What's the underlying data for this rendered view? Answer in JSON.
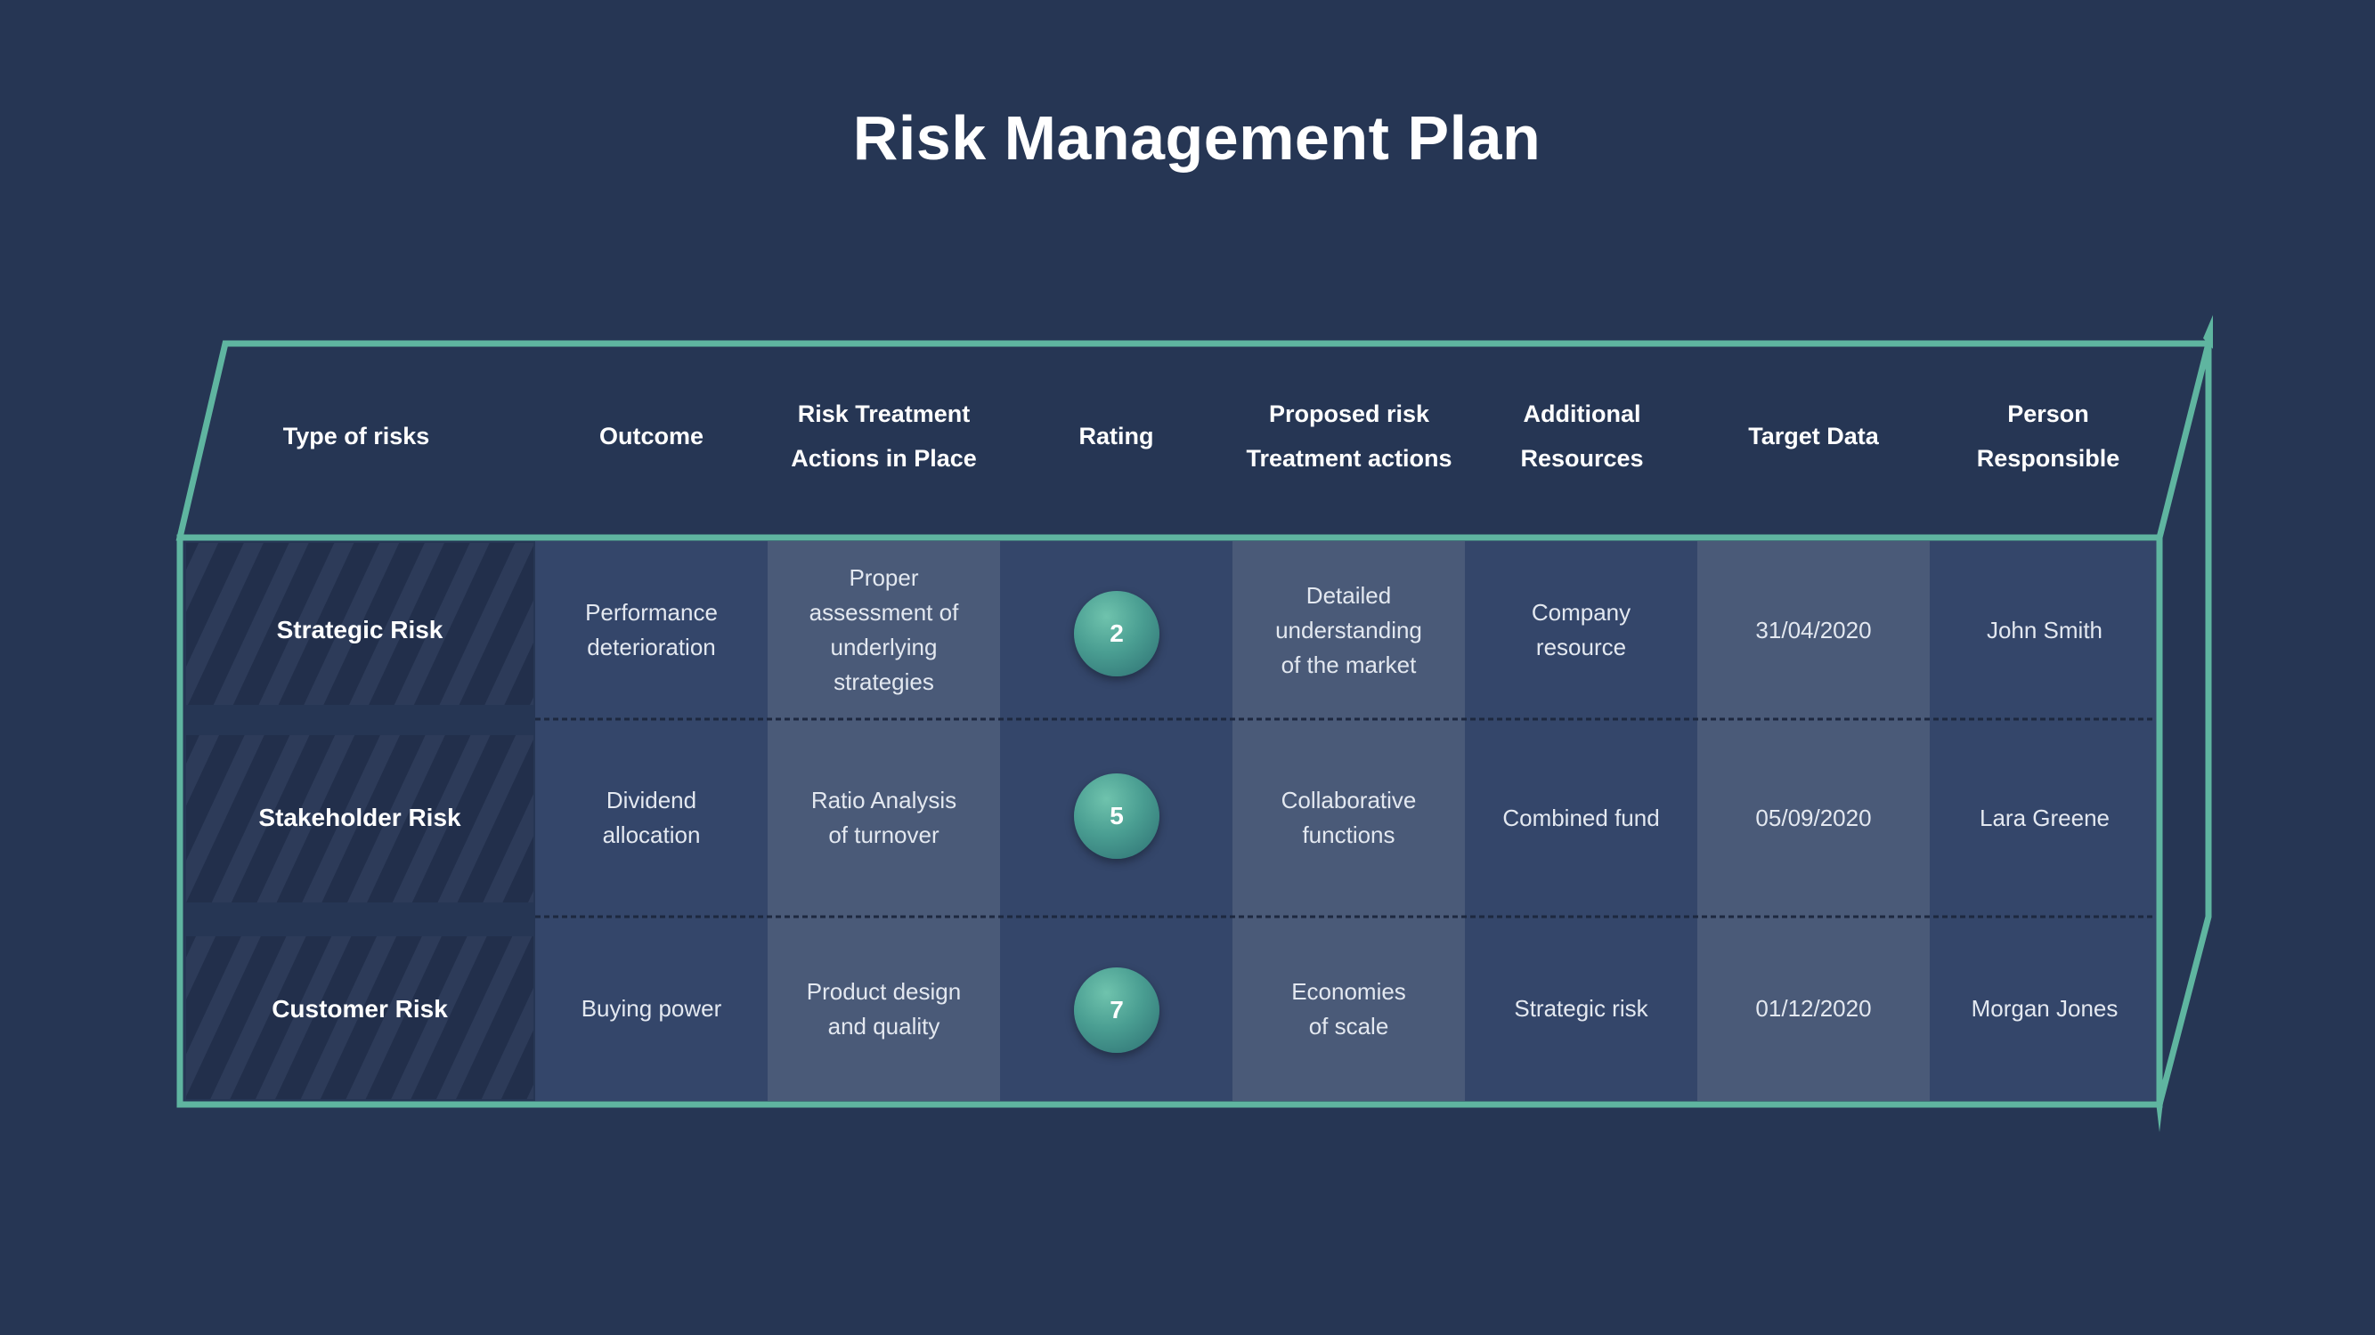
{
  "title": "Risk Management Plan",
  "headers": {
    "type": "Type of risks",
    "outcome": "Outcome",
    "actions_in_place": "Risk Treatment Actions in Place",
    "rating": "Rating",
    "proposed": "Proposed risk Treatment actions",
    "resources": "Additional Resources",
    "target": "Target Data",
    "person": "Person Responsible"
  },
  "rows": [
    {
      "type": "Strategic Risk",
      "outcome": "Performance deterioration",
      "actions_in_place": "Proper assessment of underlying strategies",
      "rating": "2",
      "proposed": "Detailed understanding of the market",
      "resources": "Company resource",
      "target": "31/04/2020",
      "person": "John Smith"
    },
    {
      "type": "Stakeholder Risk",
      "outcome": "Dividend allocation",
      "actions_in_place": "Ratio Analysis of turnover",
      "rating": "5",
      "proposed": "Collaborative functions",
      "resources": "Combined fund",
      "target": "05/09/2020",
      "person": "Lara Greene"
    },
    {
      "type": "Customer Risk",
      "outcome": "Buying power",
      "actions_in_place": "Product design and quality",
      "rating": "7",
      "proposed": "Economies of scale",
      "resources": "Strategic risk",
      "target": "01/12/2020",
      "person": "Morgan Jones"
    }
  ],
  "colors": {
    "background": "#263654",
    "frame": "#5fb5a0",
    "col_dark": "#34466a",
    "col_light": "#4a5a78",
    "badge": "#4a9e92"
  }
}
